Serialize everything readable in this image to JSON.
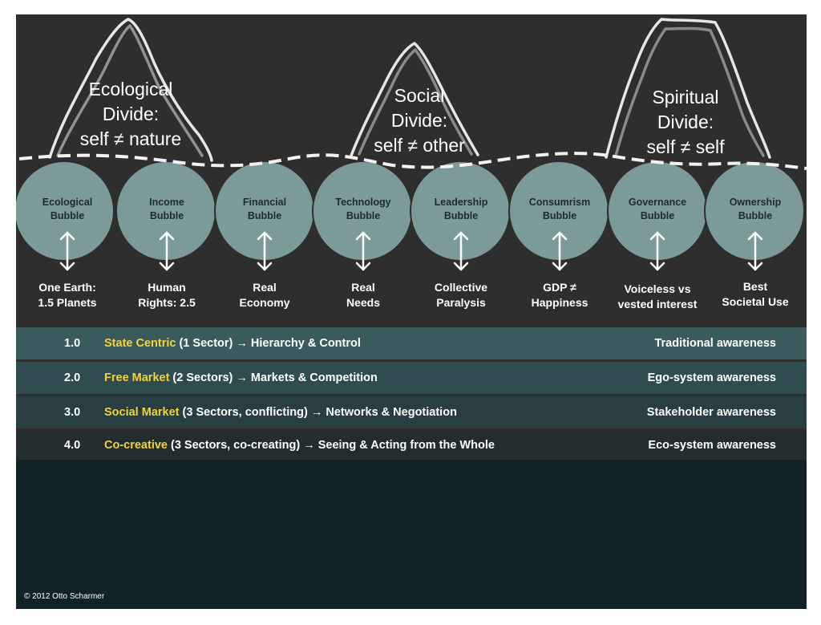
{
  "mountains": [
    {
      "lines": [
        "Ecological",
        "Divide:",
        "self ≠ nature"
      ]
    },
    {
      "lines": [
        "Social",
        "Divide:",
        "self ≠ other"
      ]
    },
    {
      "lines": [
        "Spiritual",
        "Divide:",
        "self ≠ self"
      ]
    }
  ],
  "bubbles": [
    {
      "title": [
        "Ecological",
        "Bubble"
      ],
      "metric": [
        "One Earth:",
        "1.5 Planets"
      ]
    },
    {
      "title": [
        "Income",
        "Bubble"
      ],
      "metric": [
        "Human",
        "Rights: 2.5"
      ]
    },
    {
      "title": [
        "Financial",
        "Bubble"
      ],
      "metric": [
        "Real",
        "Economy"
      ]
    },
    {
      "title": [
        "Technology",
        "Bubble"
      ],
      "metric": [
        "Real",
        "Needs"
      ]
    },
    {
      "title": [
        "Leadership",
        "Bubble"
      ],
      "metric": [
        "Collective",
        "Paralysis"
      ]
    },
    {
      "title": [
        "Consumrism",
        "Bubble"
      ],
      "metric": [
        "GDP ≠",
        "Happiness"
      ]
    },
    {
      "title": [
        "Governance",
        "Bubble"
      ],
      "metric": [
        "Voiceless vs",
        "vested interest"
      ]
    },
    {
      "title": [
        "Ownership",
        "Bubble"
      ],
      "metric": [
        "Best",
        "Societal Use"
      ]
    }
  ],
  "stages": [
    {
      "number": "1.0",
      "highlight": "State Centric",
      "rest": " (1 Sector)  → Hierarchy & Control",
      "awareness_highlight": "Traditional",
      "awareness_rest": " awareness"
    },
    {
      "number": "2.0",
      "highlight": "Free Market",
      "rest": " (2 Sectors) → Markets & Competition",
      "awareness_highlight": "",
      "awareness_rest": "Ego-system awareness"
    },
    {
      "number": "3.0",
      "highlight": "Social Market",
      "rest": " (3 Sectors, conflicting) → Networks & Negotiation",
      "awareness_highlight": "Stakeholder",
      "awareness_rest": " awareness"
    },
    {
      "number": "4.0",
      "highlight": "Co-creative",
      "rest": " (3 Sectors, co-creating) → Seeing & Acting from the Whole",
      "awareness_highlight": "",
      "awareness_rest": "Eco-system awareness"
    }
  ],
  "copyright": "© 2012 Otto Scharmer",
  "colors": {
    "bubble": "#7d9a9b",
    "highlight": "#f0d43a",
    "chalk": "#e8e8e8"
  }
}
